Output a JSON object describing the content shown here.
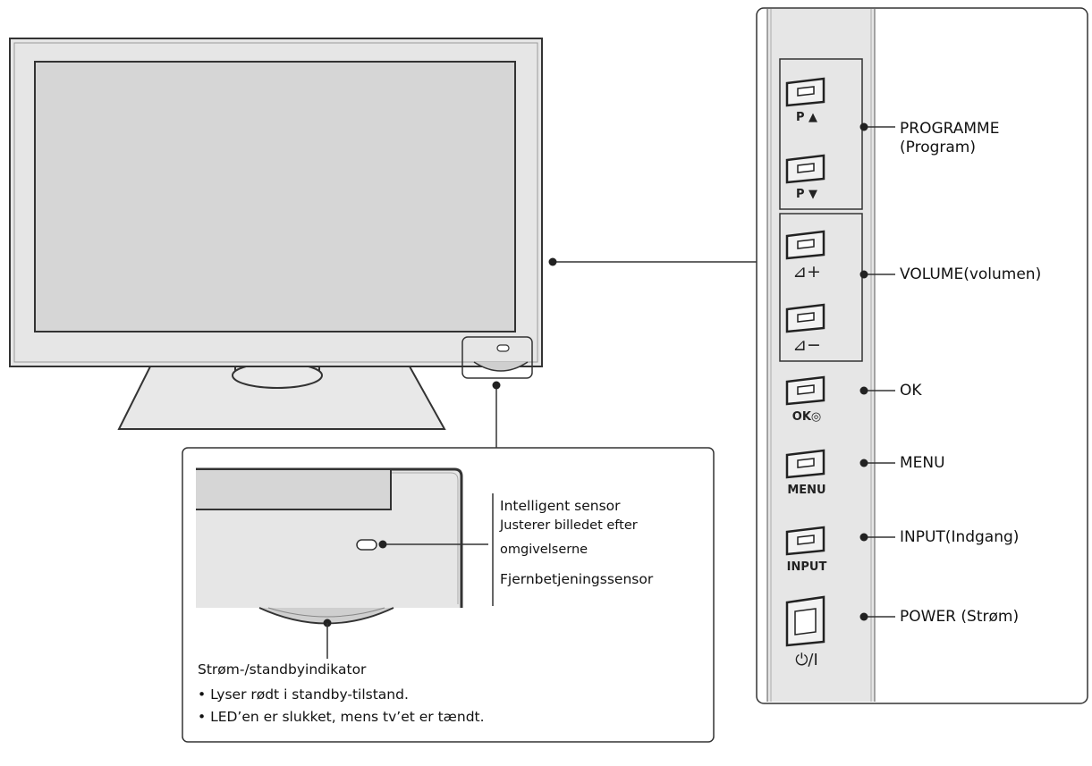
{
  "side_panel": {
    "buttons": [
      {
        "caption": "P ▲"
      },
      {
        "caption": "P ▼"
      },
      {
        "caption": "⊿+"
      },
      {
        "caption": "⊿−"
      },
      {
        "caption": "OK◎"
      },
      {
        "caption": "MENU"
      },
      {
        "caption": "INPUT"
      },
      {
        "caption": "⏻/I"
      }
    ],
    "labels": {
      "programme_line1": "PROGRAMME",
      "programme_line2": "(Program)",
      "volume": "VOLUME(volumen)",
      "ok": "OK",
      "menu": "MENU",
      "input": "INPUT(Indgang)",
      "power": "POWER (Strøm)"
    }
  },
  "inset": {
    "sensor_title": "Intelligent sensor",
    "sensor_desc_line1": "Justerer billedet efter",
    "sensor_desc_line2": "omgivelserne",
    "remote_sensor": "Fjernbetjeningssensor",
    "standby_title": "Strøm-/standbyindikator",
    "standby_notes": [
      "• Lyser rødt i standby-tilstand.",
      "• LED’en er slukket, mens tv’et er tændt."
    ]
  }
}
